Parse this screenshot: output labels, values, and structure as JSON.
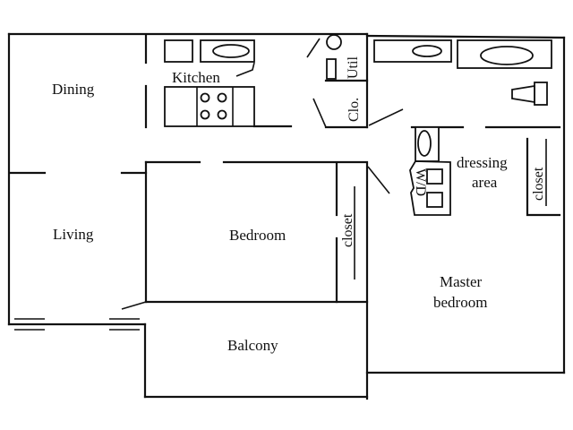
{
  "floorplan": {
    "rooms": {
      "dining": "Dining",
      "kitchen": "Kitchen",
      "living": "Living",
      "bedroom": "Bedroom",
      "bedroom_closet": "closet",
      "balcony": "Balcony",
      "utility": "Util",
      "closet_small": "Clo.",
      "dressing_line1": "dressing",
      "dressing_line2": "area",
      "dressing_closet": "closet",
      "washer_dryer": "W/D",
      "master_line1": "Master",
      "master_line2": "bedroom"
    },
    "colors": {
      "line": "#111111",
      "background": "#ffffff"
    }
  }
}
